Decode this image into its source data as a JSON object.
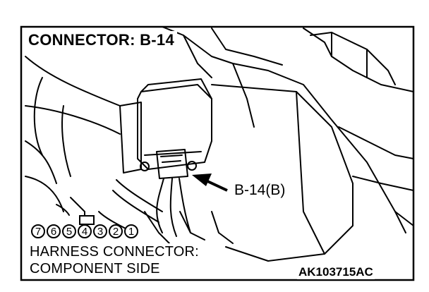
{
  "title": "CONNECTOR: B-14",
  "callout_label": "B-14(B)",
  "harness_caption": {
    "line1": "HARNESS CONNECTOR:",
    "line2": "COMPONENT SIDE"
  },
  "pins": [
    "7",
    "6",
    "5",
    "4",
    "3",
    "2",
    "1"
  ],
  "figure_code": "AK103715AC"
}
